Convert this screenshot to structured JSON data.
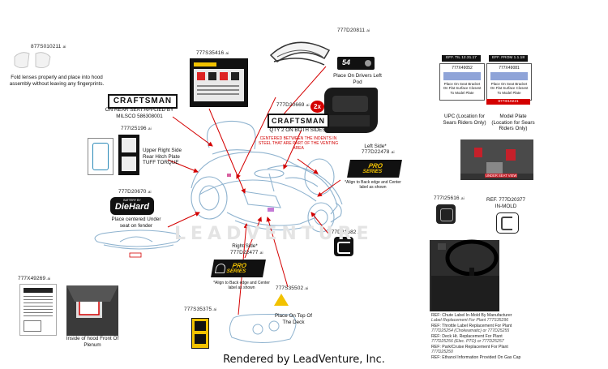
{
  "parts": {
    "p_877s010211": {
      "num": "877S010211",
      "ext": ".ai",
      "caption": "Fold lenses properly and place into hood assembly without leaving any fingerprints."
    },
    "p_777s35416": {
      "num": "777S35416",
      "ext": ".ai"
    },
    "p_777d20811": {
      "num": "777D20811",
      "ext": ".ai",
      "caption": "Place On Drivers Left Pod",
      "badge": "54"
    },
    "p_rear_seat": {
      "caption": "ON REAR SEAT APPLIED BY MILSCO 586308001"
    },
    "p_777d20669": {
      "num": "777D20669",
      "ext": ".ai",
      "qty": "2x",
      "caption": "QTY 2 ON BOTH SIDES",
      "note": "CENTERED BETWEEN THE INDENTS IN STEEL THAT ARE PART OF THE VENTING AREA"
    },
    "p_777i25196": {
      "num": "777I25196",
      "ext": ".ai",
      "caption": "Upper Right Side Rear Hitch Plate TUFF TORQUE"
    },
    "p_777d20670": {
      "num": "777D20670",
      "ext": ".ai",
      "caption": "Place centered Under seat on fender"
    },
    "p_777d22478": {
      "num": "777D22478",
      "ext": ".ai",
      "side": "Left Side*",
      "note": "*Align to Back edge and Center label as shown"
    },
    "p_777d21682": {
      "num": "777D21682",
      "ext": ".ai"
    },
    "p_777d22477": {
      "num": "777D22477",
      "ext": ".ai",
      "side": "Right Side*",
      "note": "*Align to Back edge and Center label as shown"
    },
    "p_777s35502": {
      "num": "777S35502",
      "ext": ".ai",
      "caption": "Place On Top Of The Deck"
    },
    "p_777s35375": {
      "num": "777S35375",
      "ext": ".ai"
    },
    "p_777x49269": {
      "num": "777X49269",
      "ext": ".ai",
      "caption": "Inside of hood Front Of Plenum"
    },
    "p_777i25616": {
      "num": "777I25616",
      "ext": ".ai"
    },
    "p_777d20377": {
      "num": "REF. 777D20377",
      "caption": "IN-MOLD"
    }
  },
  "logos": {
    "craftsman": "CRAFTSMAN",
    "diehard": "DieHard",
    "diehard_top": "BATTERY BY",
    "pro_series_pro": "PRO",
    "pro_series_series": "SERIES"
  },
  "model_plates": {
    "left_header": "EFF. TIL 12.31.17",
    "right_header": "EFF. FROM 1.1.18",
    "left_part": "777X49052",
    "right_part": "777X49081",
    "body": "Place On Seat Bracket On Flat Surface Closest To Model Plate",
    "bottom_part": "877I010221",
    "upc_caption": "UPC (Location for Sears Riders Only)",
    "model_caption": "Model Plate (Location for Sears Riders Only)",
    "under_seat": "UNDER SEAT VIEW"
  },
  "refs": [
    {
      "title": "REF: Chute Label In-Mold By Manufacturer",
      "sub": "Label Replacement For Plant 777S35296"
    },
    {
      "title": "REF: Throttle Label Replacement For Plant",
      "sub": "777D25254 (Chokeamatic) or 777D25255"
    },
    {
      "title": "REF: Deck Ht. Replacement For Plant",
      "sub": "777D25256 (Elec. PTO) or 777D25257"
    },
    {
      "title": "REF: Park/Cruise Replacement For Plant",
      "sub": "777D25250"
    },
    {
      "title": "REF: Ethanol Information Provided On Gas Cap",
      "sub": ""
    }
  ],
  "watermark": "LEADVENTURE",
  "footer": "Rendered by LeadVenture, Inc."
}
